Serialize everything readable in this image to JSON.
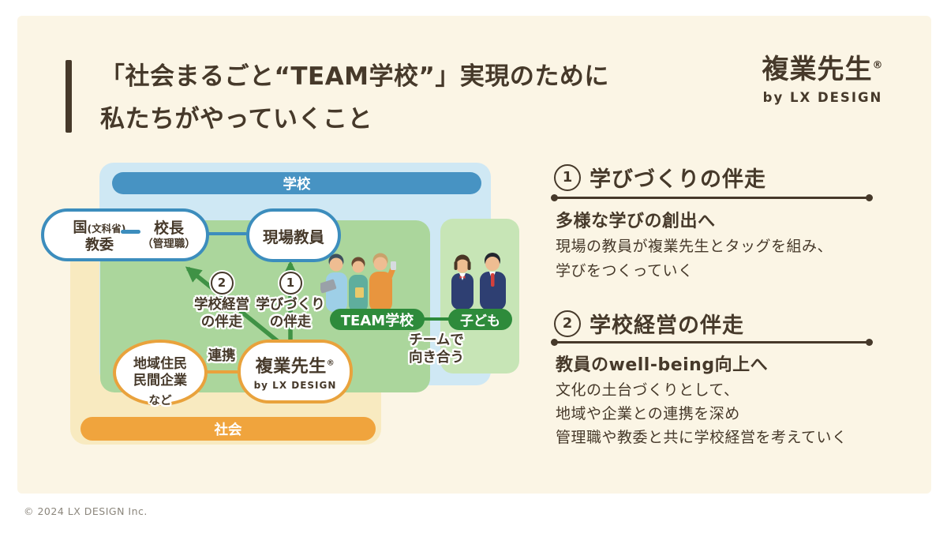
{
  "header": {
    "title_line1": "「社会まるごと“TEAM学校”」実現のために",
    "title_line2": "私たちがやっていくこと",
    "logo_name": "複業先生",
    "logo_reg": "®",
    "logo_sub": "by LX DESIGN"
  },
  "diagram": {
    "school_label": "学校",
    "society_label": "社会",
    "gov": {
      "main": "国",
      "paren": "(文科省)",
      "line2": "教委"
    },
    "principal": {
      "line1": "校長",
      "line2": "（管理職）"
    },
    "field_teachers": "現場教員",
    "community": {
      "line1": "地域住民",
      "line2": "民間企業",
      "etc": "など"
    },
    "fukugyo": {
      "name": "複業先生",
      "reg": "®",
      "sub": "by LX DESIGN"
    },
    "renkei": "連携",
    "team_school": "TEAM学校",
    "children": "子ども",
    "team_caption1": "チームで",
    "team_caption2": "向き合う",
    "accompany1": {
      "num": "1",
      "line1": "学びづくり",
      "line2": "の伴走"
    },
    "accompany2": {
      "num": "2",
      "line1": "学校経営",
      "line2": "の伴走"
    }
  },
  "sections": [
    {
      "num": "1",
      "title": "学びづくりの伴走",
      "subtitle": "多様な学びの創出へ",
      "body": [
        "現場の教員が複業先生とタッグを組み、",
        "学びをつくっていく"
      ]
    },
    {
      "num": "2",
      "title": "学校経営の伴走",
      "subtitle": "教員のwell-being向上へ",
      "body": [
        "文化の土台づくりとして、",
        "地域や企業との連携を深め",
        "管理職や教委と共に学校経営を考えていく"
      ]
    }
  ],
  "footer": {
    "copyright": "© 2024 LX DESIGN Inc."
  },
  "colors": {
    "panel_cream": "#fbf5e5",
    "brand_brown": "#46392a",
    "school_blue": "#4793c3",
    "light_blue_zone": "#cfe8f4",
    "green_zone": "#abd69c",
    "green_zone_light": "#c7e5b6",
    "dark_green_pill": "#2e8b3b",
    "arrow_green": "#3f9245",
    "society_yellow": "#f8eac0",
    "society_orange": "#f0a43d",
    "node_orange_border": "#e9a23c",
    "node_blue_border": "#3c8dbd"
  }
}
